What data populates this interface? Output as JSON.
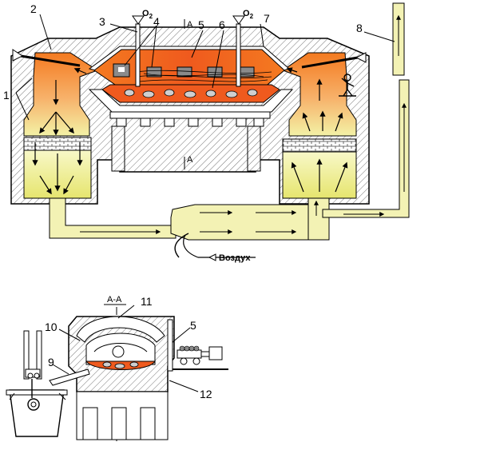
{
  "labels": {
    "n1": "1",
    "n2": "2",
    "n3": "3",
    "n4": "4",
    "n5": "5",
    "n6": "6",
    "n7": "7",
    "n8": "8",
    "n9": "9",
    "n10": "10",
    "n11": "11",
    "n12": "12",
    "n5b": "5",
    "section_top": "A",
    "section_bottom": "A",
    "section_view": "A-A",
    "oxygen": "O",
    "oxygen_sub": "2",
    "air": "Воздух"
  },
  "colors": {
    "flame": "#f26522",
    "flame_light": "#f7941d",
    "gas_light": "#f3f2a6",
    "gas_mid": "#e9e87a",
    "hatch": "#888888",
    "stroke": "#000000"
  }
}
